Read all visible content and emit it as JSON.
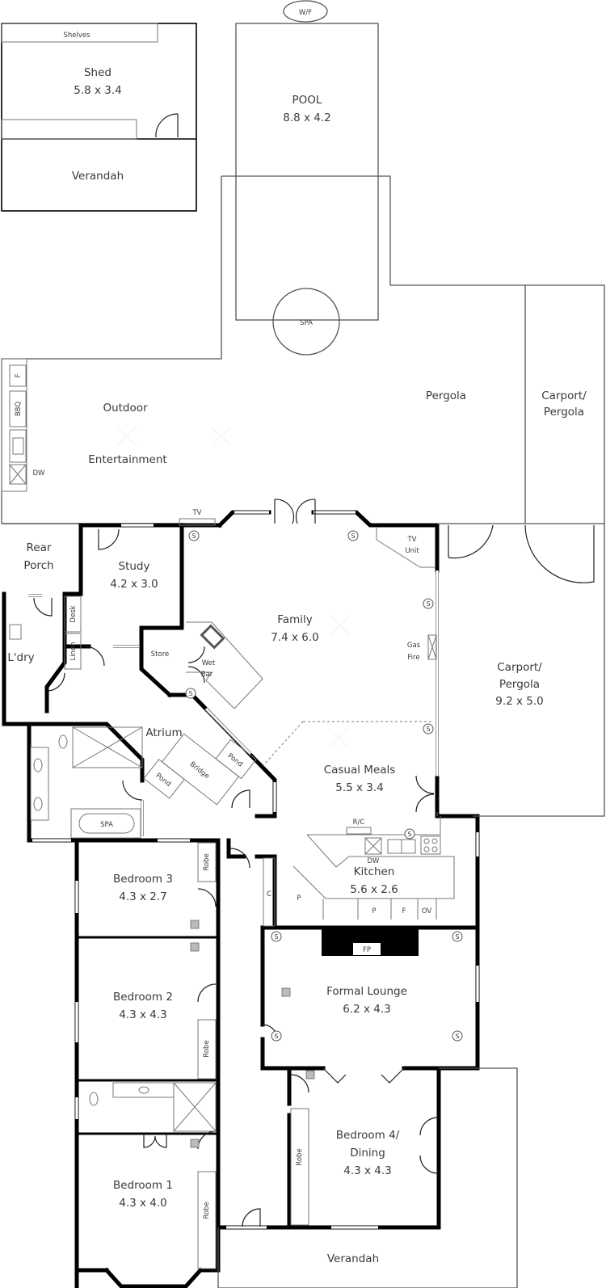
{
  "plan": {
    "rooms": {
      "shed": {
        "name": "Shed",
        "size": "5.8 x 3.4",
        "fixture": "Shelves"
      },
      "shed_verandah": {
        "name": "Verandah"
      },
      "pool": {
        "name": "POOL",
        "size": "8.8 x 4.2",
        "wf": "W/F",
        "spa": "SPA"
      },
      "outdoor": {
        "line1": "Outdoor",
        "line2": "Entertainment",
        "f": "F",
        "bbq": "BBQ",
        "dw": "DW",
        "tv": "TV"
      },
      "pergola": {
        "name": "Pergola"
      },
      "carport_top": {
        "line1": "Carport/",
        "line2": "Pergola"
      },
      "carport": {
        "line1": "Carport/",
        "line2": "Pergola",
        "size": "9.2 x 5.0"
      },
      "rear_porch": {
        "line1": "Rear",
        "line2": "Porch"
      },
      "study": {
        "name": "Study",
        "size": "4.2 x 3.0",
        "desk": "Desk",
        "linen": "Linen"
      },
      "laundry": {
        "name": "L'dry"
      },
      "store": {
        "name": "Store"
      },
      "wet_bar": {
        "line1": "Wet",
        "line2": "Bar"
      },
      "family": {
        "name": "Family",
        "size": "7.4 x 6.0",
        "tv_unit_1": "TV",
        "tv_unit_2": "Unit",
        "gas_fire_1": "Gas",
        "gas_fire_2": "Fire",
        "tv": "TV"
      },
      "atrium": {
        "name": "Atrium",
        "pond_a": "Pond",
        "pond_b": "Pond",
        "bridge": "Bridge",
        "spa": "SPA"
      },
      "casual_meals": {
        "name": "Casual Meals",
        "size": "5.5 x 3.4",
        "rc": "R/C"
      },
      "kitchen": {
        "name": "Kitchen",
        "size": "5.6 x 2.6",
        "dw": "DW",
        "p1": "P",
        "p2": "P",
        "f": "F",
        "ov": "OV",
        "c": "C"
      },
      "formal_lounge": {
        "name": "Formal Lounge",
        "size": "6.2 x 4.3",
        "fp": "FP"
      },
      "bedroom3": {
        "name": "Bedroom 3",
        "size": "4.3 x 2.7",
        "robe": "Robe"
      },
      "bedroom2": {
        "name": "Bedroom 2",
        "size": "4.3 x 4.3",
        "robe": "Robe"
      },
      "bedroom1": {
        "name": "Bedroom 1",
        "size": "4.3 x 4.0",
        "robe": "Robe"
      },
      "bedroom4": {
        "line1": "Bedroom 4/",
        "line2": "Dining",
        "size": "4.3 x 4.3",
        "robe": "Robe"
      },
      "front_verandah": {
        "name": "Verandah"
      }
    },
    "smoke_detector_symbol": "S"
  }
}
